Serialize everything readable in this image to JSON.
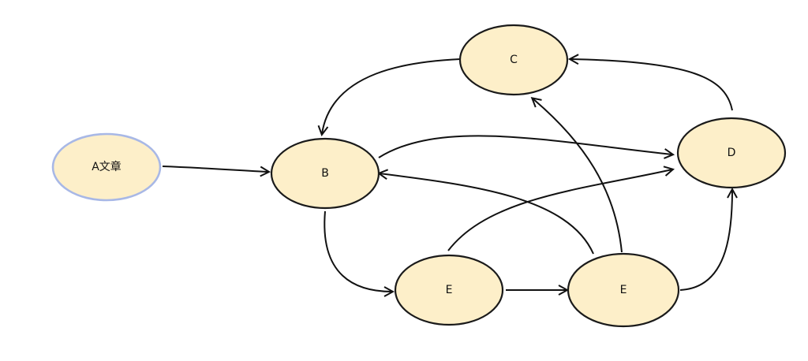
{
  "nodes": {
    "a": {
      "label": "A文章"
    },
    "b": {
      "label": "B"
    },
    "c": {
      "label": "C"
    },
    "d": {
      "label": "D"
    },
    "e1": {
      "label": "E"
    },
    "e2": {
      "label": "E"
    }
  },
  "edges": [
    {
      "from": "A文章",
      "to": "B"
    },
    {
      "from": "C",
      "to": "B"
    },
    {
      "from": "D",
      "to": "C"
    },
    {
      "from": "B",
      "to": "D"
    },
    {
      "from": "B",
      "to": "E"
    },
    {
      "from": "E",
      "to": "E"
    },
    {
      "from": "E",
      "to": "D"
    },
    {
      "from": "E",
      "to": "B"
    },
    {
      "from": "E",
      "to": "C"
    },
    {
      "from": "E",
      "to": "D"
    }
  ],
  "colors": {
    "node_fill": "#fdefc9",
    "node_stroke": "#1a1a1a",
    "highlight_stroke": "#a8b8e6",
    "edge": "#111111"
  }
}
